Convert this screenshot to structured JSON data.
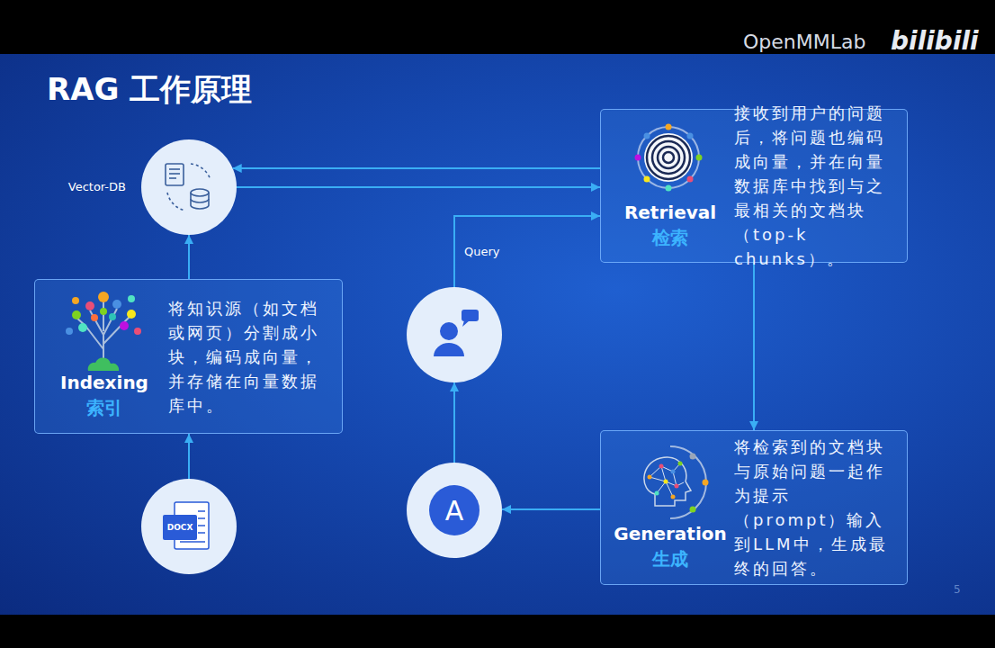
{
  "diagram": {
    "title": "RAG 工作原理",
    "nodes": [
      {
        "text": [
          "Vector-DB"
        ]
      },
      {
        "text": [
          "Retrieval",
          "检索",
          "接收到用户的问题后，将问题也编码成向量，并在向量数据库中找到与之最相关的文档块（top-k chunks）。"
        ]
      },
      {
        "text": [
          "Indexing",
          "索引",
          "将知识源（如文档或网页）分割成小块，编码成向量，并存储在向量数据库中。"
        ]
      },
      {
        "text": []
      },
      {
        "text": [
          "DOCX"
        ]
      },
      {
        "text": [
          "A"
        ]
      },
      {
        "text": [
          "Generation",
          "生成",
          "将检索到的文档块与原始问题一起作为提示（prompt）输入到LLM中，生成最终的回答。"
        ]
      }
    ],
    "edges": [
      {
        "from": 4,
        "to": 2,
        "arrow": "to"
      },
      {
        "from": 2,
        "to": 0,
        "arrow": "to"
      },
      {
        "from": 1,
        "to": 0,
        "arrow": "to"
      },
      {
        "from": 0,
        "to": 1,
        "arrow": "to"
      },
      {
        "from": 3,
        "to": 1,
        "label": "Query",
        "arrow": "to"
      },
      {
        "from": 1,
        "to": 6,
        "arrow": "to"
      },
      {
        "from": 6,
        "to": 5,
        "arrow": "to"
      },
      {
        "from": 5,
        "to": 3,
        "arrow": "to"
      }
    ],
    "labels": [
      "OpenMMLab",
      "bilibili",
      "5"
    ]
  }
}
